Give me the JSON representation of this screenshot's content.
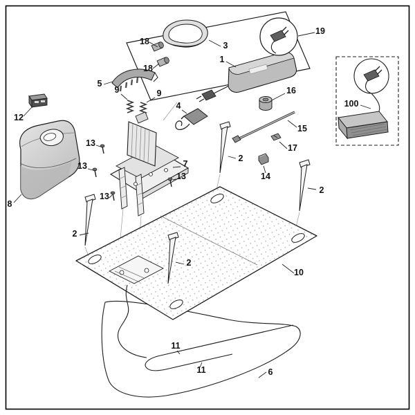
{
  "figure": {
    "type": "exploded-parts-diagram",
    "background": "#ffffff",
    "stroke_color": "#1c1c1c",
    "callouts": [
      {
        "id": "18-a",
        "label": "18"
      },
      {
        "id": "3",
        "label": "3"
      },
      {
        "id": "1",
        "label": "1"
      },
      {
        "id": "19",
        "label": "19"
      },
      {
        "id": "18-b",
        "label": "18"
      },
      {
        "id": "5",
        "label": "5"
      },
      {
        "id": "9-a",
        "label": "9"
      },
      {
        "id": "9-b",
        "label": "9"
      },
      {
        "id": "12",
        "label": "12"
      },
      {
        "id": "16",
        "label": "16"
      },
      {
        "id": "4",
        "label": "4"
      },
      {
        "id": "15",
        "label": "15"
      },
      {
        "id": "100",
        "label": "100"
      },
      {
        "id": "2-a",
        "label": "2"
      },
      {
        "id": "17",
        "label": "17"
      },
      {
        "id": "13-a",
        "label": "13"
      },
      {
        "id": "7",
        "label": "7"
      },
      {
        "id": "13-b",
        "label": "13"
      },
      {
        "id": "14",
        "label": "14"
      },
      {
        "id": "13-c",
        "label": "13"
      },
      {
        "id": "2-b",
        "label": "2"
      },
      {
        "id": "8",
        "label": "8"
      },
      {
        "id": "13-d",
        "label": "13"
      },
      {
        "id": "2-c",
        "label": "2"
      },
      {
        "id": "2-d",
        "label": "2"
      },
      {
        "id": "10",
        "label": "10"
      },
      {
        "id": "11-a",
        "label": "11"
      },
      {
        "id": "11-b",
        "label": "11"
      },
      {
        "id": "6",
        "label": "6"
      }
    ]
  }
}
